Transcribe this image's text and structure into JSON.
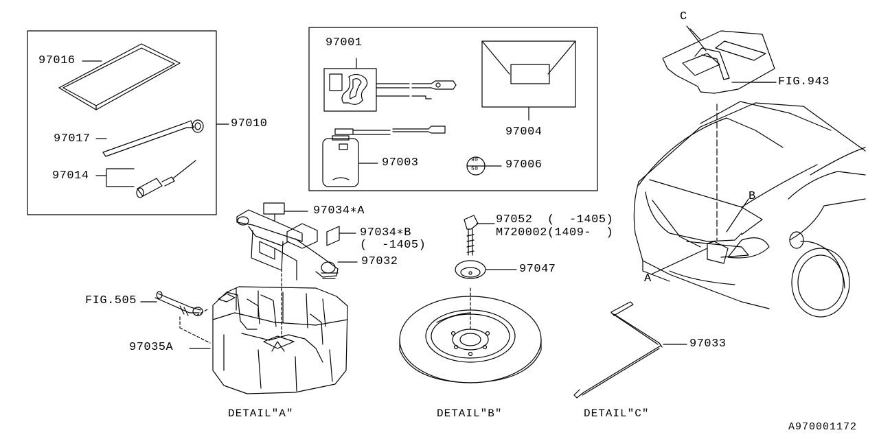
{
  "labels": {
    "p97016": "97016",
    "p97010": "97010",
    "p97017": "97017",
    "p97014": "97014",
    "p97001": "97001",
    "p97004": "97004",
    "p97003": "97003",
    "p97006": "97006",
    "p97034a": "97034∗A",
    "p97034b": "97034∗B",
    "p97034b_range": "(  -1405)",
    "p97032": "97032",
    "fig505": "FIG.505",
    "p97035a": "97035A",
    "p97052": "97052  (  -1405)",
    "m720002": "M720002(1409-  )",
    "p97047": "97047",
    "p97033": "97033",
    "fig943": "FIG.943",
    "ref_a": "A",
    "ref_b": "B",
    "ref_c": "C",
    "badge_top": "90",
    "badge_bottom": "50"
  },
  "captions": {
    "detail_a": "DETAIL\"A\"",
    "detail_b": "DETAIL\"B\"",
    "detail_c": "DETAIL\"C\""
  },
  "diagram_id": "A970001172"
}
